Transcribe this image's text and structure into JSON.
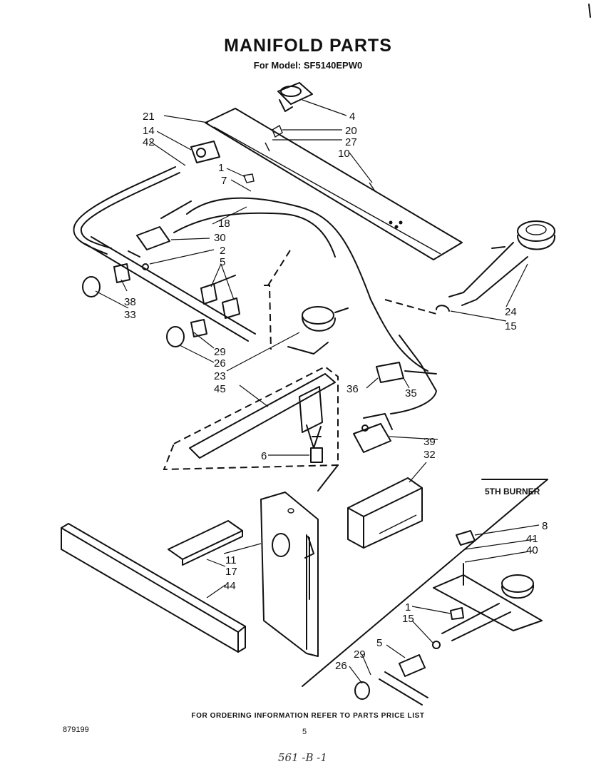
{
  "header": {
    "title": "MANIFOLD PARTS",
    "subtitle": "For Model: SF5140EPW0"
  },
  "section_label": "5TH BURNER",
  "footer": {
    "ordering_note": "FOR ORDERING INFORMATION REFER TO PARTS PRICE LIST",
    "doc_code": "879199",
    "page_number": "5",
    "handwritten_note": "561 -B -1"
  },
  "callouts": [
    "21",
    "14",
    "42",
    "4",
    "20",
    "27",
    "10",
    "1",
    "7",
    "18",
    "30",
    "2",
    "5",
    "38",
    "33",
    "29",
    "26",
    "23",
    "45",
    "24",
    "15",
    "36",
    "35",
    "6",
    "39",
    "32",
    "11",
    "17",
    "44",
    "8",
    "41",
    "40",
    "1",
    "15",
    "5",
    "29",
    "26"
  ]
}
